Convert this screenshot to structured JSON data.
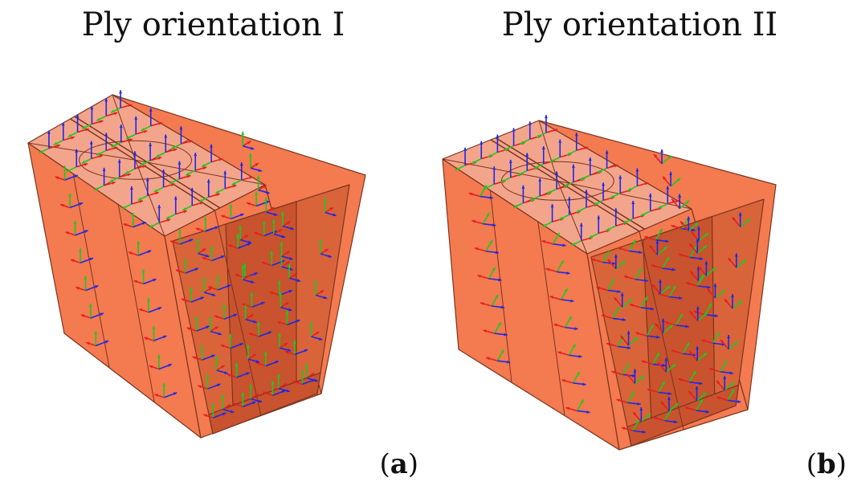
{
  "panels": [
    {
      "title": "Ply orientation I",
      "label_open": "(",
      "label_letter": "a",
      "label_close": ")"
    },
    {
      "title": "Ply orientation II",
      "label_open": "(",
      "label_letter": "b",
      "label_close": ")"
    }
  ],
  "colors": {
    "top_face": "#f3a58c",
    "side_face": "#f47a50",
    "inner_face": "#c8532e",
    "inner_back": "#d9643a",
    "edge": "#7a3520",
    "arrow_x": "#e81e1e",
    "arrow_y": "#1ec81e",
    "arrow_z": "#1e28e8"
  },
  "icons": {
    "triad": "coordinate-triad-icon"
  }
}
